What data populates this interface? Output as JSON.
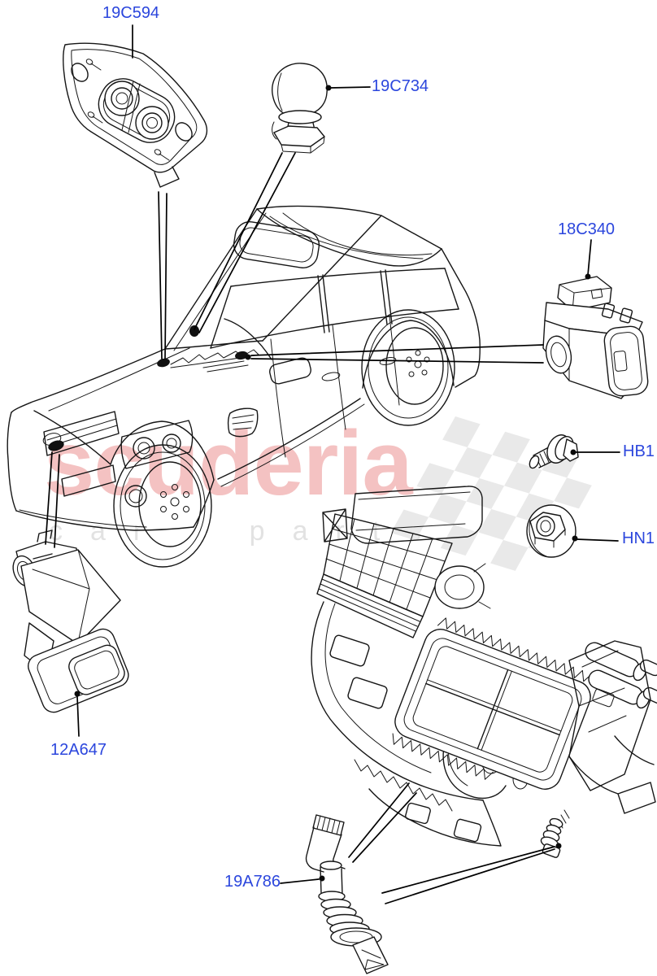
{
  "watermark": {
    "brand": "scuderia",
    "tagline": "car parts",
    "brand_color": "#f4c2c2",
    "tagline_color": "#e2e2e2",
    "flag_color": "#e9e9e9"
  },
  "diagram": {
    "label_color": "#2b46dd",
    "line_color": "#161616",
    "vehicle": "range-rover-sport-line-drawing",
    "assembly": "heater-air-conditioning-unit-drawing"
  },
  "parts": [
    {
      "code": "19C594",
      "icon": "gasket-plate-drawing"
    },
    {
      "code": "19C734",
      "icon": "dome-sensor-drawing"
    },
    {
      "code": "18C340",
      "icon": "sensor-module-drawing"
    },
    {
      "code": "HB1",
      "icon": "flanged-bolt-drawing"
    },
    {
      "code": "HN1",
      "icon": "flanged-nut-drawing"
    },
    {
      "code": "12A647",
      "icon": "temperature-sensor-bracket-drawing"
    },
    {
      "code": "19A786",
      "icon": "drain-hose-drawing"
    }
  ]
}
